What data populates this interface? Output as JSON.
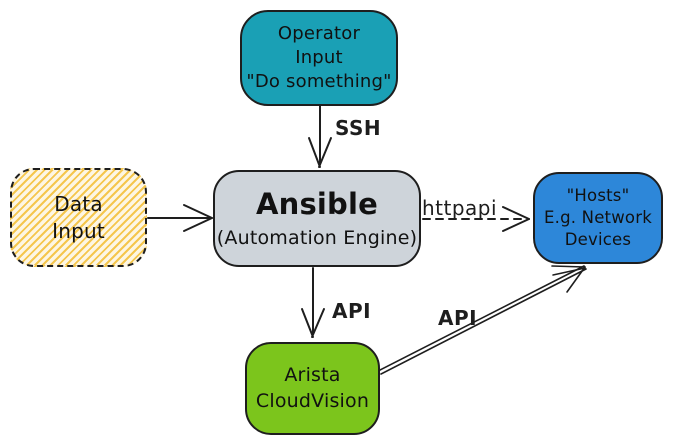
{
  "canvas": {
    "background": "#ffffff",
    "stroke_color": "#1e1e1e"
  },
  "nodes": {
    "operator_input": {
      "lines": [
        "Operator",
        "Input",
        "\"Do something\""
      ],
      "fill": "#1aa0b5"
    },
    "data_input": {
      "lines": [
        "Data",
        "Input"
      ],
      "fill": "#f5c64d",
      "fill_style": "diagonal-hatch",
      "border_style": "dashed"
    },
    "ansible": {
      "title": "Ansible",
      "subtitle": "(Automation Engine)",
      "fill": "#ced4da"
    },
    "hosts": {
      "lines": [
        "\"Hosts\"",
        "E.g. Network",
        "Devices"
      ],
      "fill": "#2d87d9"
    },
    "arista_cloudvision": {
      "lines": [
        "Arista",
        "CloudVision"
      ],
      "fill": "#7cc51c"
    }
  },
  "edges": {
    "operator_to_ansible": {
      "label": "SSH",
      "style": "solid"
    },
    "data_to_ansible": {
      "style": "solid"
    },
    "ansible_to_hosts": {
      "label": "httpapi",
      "style": "dashed"
    },
    "ansible_to_cloudvision": {
      "label": "API",
      "style": "solid"
    },
    "cloudvision_to_hosts": {
      "label": "API",
      "style": "double-line"
    }
  }
}
